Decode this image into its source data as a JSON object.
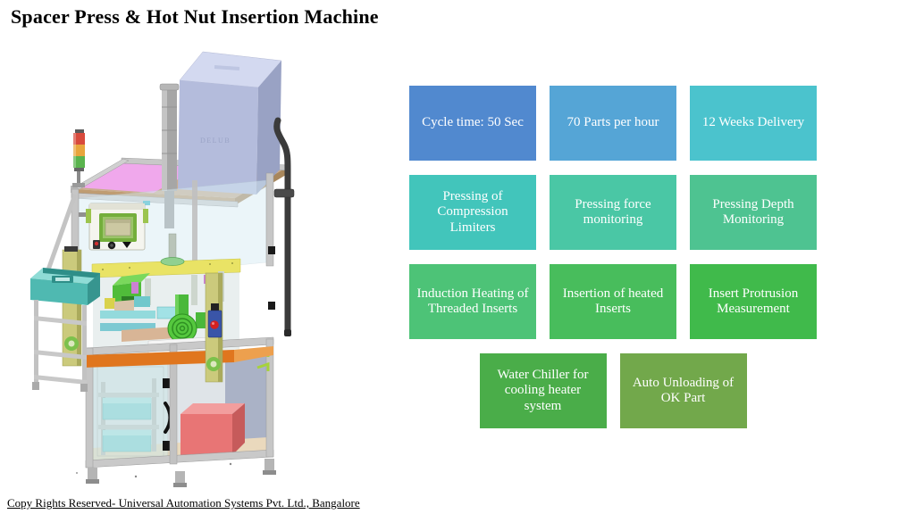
{
  "title": {
    "text": "Spacer Press & Hot Nut Insertion Machine"
  },
  "footer": {
    "text": "Copy Rights Reserved- Universal Automation Systems Pvt. Ltd., Bangalore"
  },
  "machine": {
    "cabinet_label": "DELUB",
    "signal_tower_colors": [
      "#d84a3c",
      "#e8a53c",
      "#5ab44e"
    ],
    "frame_color": "#c6c6c6",
    "deck_color": "#f0a8ec",
    "cabinet_color": "#b4bcdc"
  },
  "tiles": {
    "text_color": "#ffffff",
    "rows": [
      {
        "centered": false,
        "items": [
          {
            "label": "Cycle time: 50 Sec",
            "color": "#5189cf"
          },
          {
            "label": "70 Parts per hour",
            "color": "#55a5d6"
          },
          {
            "label": "12 Weeks Delivery",
            "color": "#4bc3cd"
          }
        ]
      },
      {
        "centered": false,
        "items": [
          {
            "label": "Pressing of Compression Limiters",
            "color": "#42c5bb"
          },
          {
            "label": "Pressing force monitoring",
            "color": "#4ac7a5"
          },
          {
            "label": "Pressing Depth Monitoring",
            "color": "#4ec391"
          }
        ]
      },
      {
        "centered": false,
        "items": [
          {
            "label": "Induction Heating of Threaded Inserts",
            "color": "#4dc377"
          },
          {
            "label": "Insertion of heated Inserts",
            "color": "#48bd5c"
          },
          {
            "label": "Insert Protrusion Measurement",
            "color": "#40ba4b"
          }
        ]
      },
      {
        "centered": true,
        "items": [
          {
            "label": "Water Chiller for cooling heater system",
            "color": "#4aad49"
          },
          {
            "label": "Auto Unloading of OK Part",
            "color": "#72a84b"
          }
        ]
      }
    ]
  }
}
